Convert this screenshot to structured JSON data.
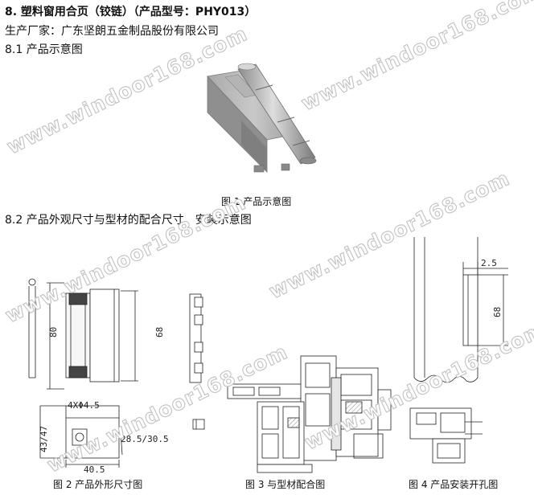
{
  "header": {
    "title": "8. 塑料窗用合页（铰链）（产品型号：PHY013）",
    "manufacturer": "生产厂家：广东坚朗五金制品股份有限公司",
    "section1": "8.1 产品示意图",
    "section2": "8.2 产品外观尺寸与型材的配合尺寸、安装示意图"
  },
  "figures": {
    "fig1_caption": "图 1 产品示意图",
    "fig2_caption": "图 2 产品外形尺寸图",
    "fig3_caption": "图 3 与型材配合图",
    "fig4_caption": "图 4 产品安装开孔图"
  },
  "dimensions": {
    "d80": "80",
    "d68_left": "68",
    "d4x45": "4XΦ4.5",
    "d4347": "43/47",
    "d285": "28.5/30.5",
    "d405": "40.5",
    "d25": "2.5",
    "d68_right": "68"
  },
  "watermark": "www.windoor168.com"
}
